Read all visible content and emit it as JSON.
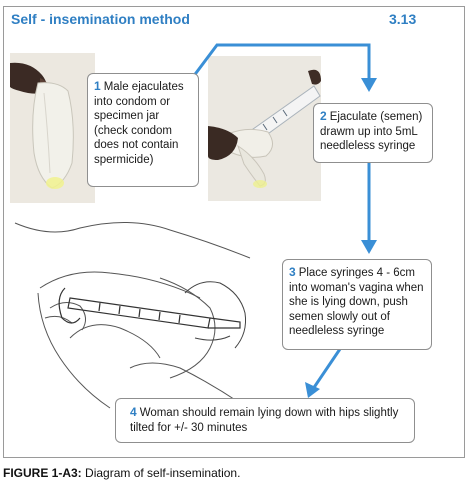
{
  "header": {
    "title": "Self - insemination method",
    "figure_number": "3.13"
  },
  "steps": [
    {
      "number": "1",
      "text": "Male ejaculates into condom or specimen jar (check condom does not contain spermicide)"
    },
    {
      "number": "2",
      "text": "Ejaculate (semen) drawm up into 5mL needleless syringe"
    },
    {
      "number": "3",
      "text": "Place syringes 4 - 6cm into woman's vagina when she is lying down, push semen slowly out of needleless syringe"
    },
    {
      "number": "4",
      "text": "Woman should remain lying down with hips slightly tilted for +/- 30 minutes"
    }
  ],
  "caption": {
    "label": "FIGURE 1-A3:",
    "text": " Diagram of self-insemination."
  },
  "colors": {
    "accent": "#2f7fc3",
    "arrow": "#3a8fd6",
    "box_border": "#8f8f8f"
  }
}
